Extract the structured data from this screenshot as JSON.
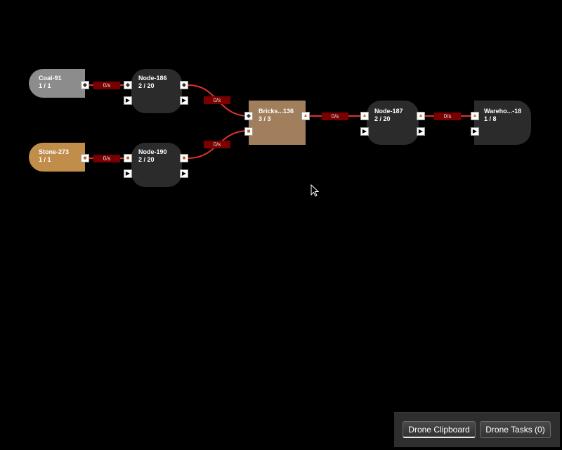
{
  "nodes": {
    "coal": {
      "title": "Coal-91",
      "count": "1 / 1"
    },
    "stone": {
      "title": "Stone-273",
      "count": "1 / 1"
    },
    "node186": {
      "title": "Node-186",
      "count": "2 / 20"
    },
    "node190": {
      "title": "Node-190",
      "count": "2 / 20"
    },
    "bricks": {
      "title": "Bricks...136",
      "count": "3 / 3"
    },
    "node187": {
      "title": "Node-187",
      "count": "2 / 20"
    },
    "warehouse": {
      "title": "Wareho...-18",
      "count": "1 / 8"
    }
  },
  "rates": {
    "coal_to_186": "0/s",
    "stone_to_190": "0/s",
    "n186_to_bricks": "0/s",
    "n190_to_bricks": "0/s",
    "bricks_to_187": "0/s",
    "n187_to_warehouse": "0/s"
  },
  "icons": {
    "coal": "coal-ore-icon",
    "stone": "stone-icon",
    "bricks": "bricks-icon",
    "play": "play-icon"
  },
  "colors": {
    "background": "#000000",
    "link": "#e03030",
    "rate_badge": "#7a0000",
    "coal_node": "#8c8c8c",
    "stone_node": "#c18d4a",
    "bricks_node": "#a17e5c",
    "logistics_node": "#2b2b2b"
  },
  "toolbar": {
    "clipboard_label": "Drone Clipboard",
    "tasks_label": "Drone Tasks (0)"
  }
}
